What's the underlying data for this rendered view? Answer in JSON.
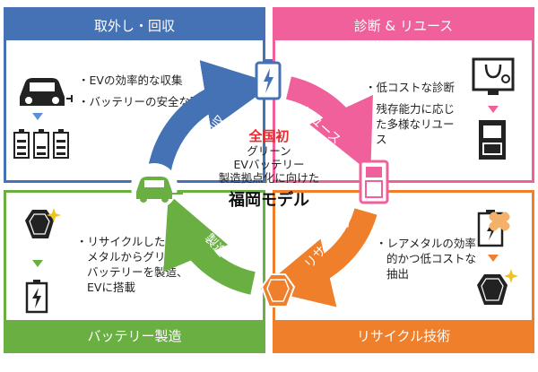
{
  "panels": {
    "removal": {
      "title": "取外し・回収",
      "bullets": [
        "EVの効率的な収集",
        "バッテリーの安全な取外し"
      ]
    },
    "reuse": {
      "title": "診断 & リユース",
      "bullets": [
        "低コストな診断",
        "残存能力に応じた多様なリユース"
      ]
    },
    "manufacturing": {
      "title": "バッテリー製造",
      "bullets": [
        "リサイクルしたレアメタルからグリーンバッテリーを製造、EVに搭載"
      ]
    },
    "recycling": {
      "title": "リサイクル技術",
      "bullets": [
        "レアメタルの効率的かつ低コストな抽出"
      ]
    }
  },
  "cycle": {
    "collect": "回収",
    "reuse": "リユース",
    "recycle": "リサイクル",
    "manufacture": "製造"
  },
  "center": {
    "headline": "全国初",
    "line1": "グリーン",
    "line2": "EVバッテリー",
    "line3": "製造拠点化に向けた",
    "model": "福岡モデル"
  },
  "colors": {
    "blue": "#4472b4",
    "pink": "#f0609a",
    "green": "#6aaf42",
    "orange": "#ef7f2b",
    "accent_red": "#e8292e"
  },
  "icons": [
    "car-icon",
    "battery-icon",
    "battery-group-icon",
    "diagnosis-monitor-icon",
    "charging-station-icon",
    "rare-metal-icon",
    "sparkle-icon",
    "bandage-battery-icon"
  ]
}
